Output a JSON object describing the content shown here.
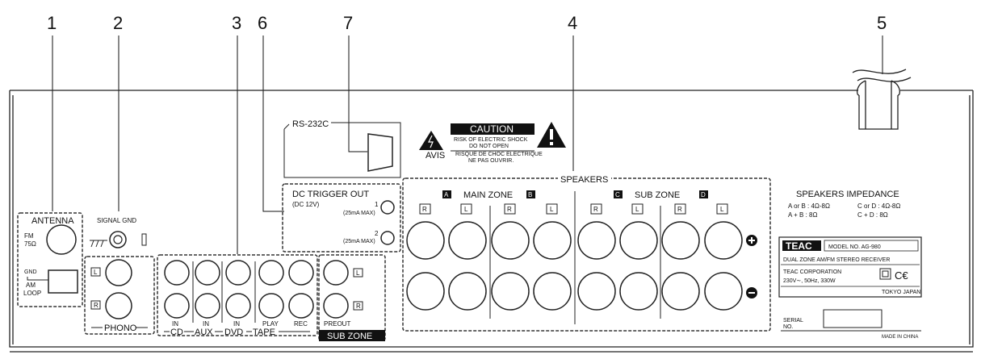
{
  "callouts": [
    "1",
    "2",
    "3",
    "6",
    "7",
    "4",
    "5"
  ],
  "antenna": {
    "title": "ANTENNA",
    "fm": "FM",
    "fm_ohm": "75Ω",
    "gnd": "GND",
    "am": "AM",
    "loop": "LOOP"
  },
  "signal_gnd": "SIGNAL GND",
  "phono": {
    "title": "PHONO",
    "l": "L",
    "r": "R"
  },
  "inputs": {
    "in_labels": [
      "IN",
      "IN",
      "IN",
      "PLAY",
      "REC"
    ],
    "groups": [
      "CD",
      "AUX",
      "DVD",
      "TAPE"
    ]
  },
  "sub_zone": {
    "title": "SUB ZONE",
    "preout": "PREOUT",
    "l": "L",
    "r": "R"
  },
  "rs232c": "RS-232C",
  "caution": {
    "title": "CAUTION",
    "line1": "RISK OF ELECTRIC SHOCK",
    "line2": "DO NOT OPEN",
    "avis": "AVIS",
    "fr1": "RISQUE DE CHOC ELECTRIQUE",
    "fr2": "NE PAS OUVRIR."
  },
  "trigger": {
    "title": "DC TRIGGER OUT",
    "volt": "(DC 12V)",
    "one": "1",
    "two": "2",
    "max": "(25mA MAX)"
  },
  "speakers": {
    "title": "SPEAKERS",
    "main_zone": "MAIN ZONE",
    "sub_zone": "SUB ZONE",
    "zones": [
      "A",
      "B",
      "C",
      "D"
    ],
    "rl": [
      "R",
      "L",
      "R",
      "L",
      "R",
      "L",
      "R",
      "L"
    ]
  },
  "impedance": {
    "title": "SPEAKERS IMPEDANCE",
    "l1a": "A or B : 4Ω-8Ω",
    "l1b": "C or D : 4Ω-8Ω",
    "l2a": "A + B : 8Ω",
    "l2b": "C + D : 8Ω"
  },
  "label_plate": {
    "brand": "TEAC",
    "model": "MODEL NO. AG-980",
    "desc": "DUAL ZONE AM/FM STEREO RECEIVER",
    "corp": "TEAC CORPORATION",
    "power": "230V∼,  50Hz,  330W",
    "origin": "TOKYO JAPAN"
  },
  "serial": {
    "l1": "SERIAL",
    "l2": "NO."
  },
  "made_in": "MADE IN CHINA"
}
